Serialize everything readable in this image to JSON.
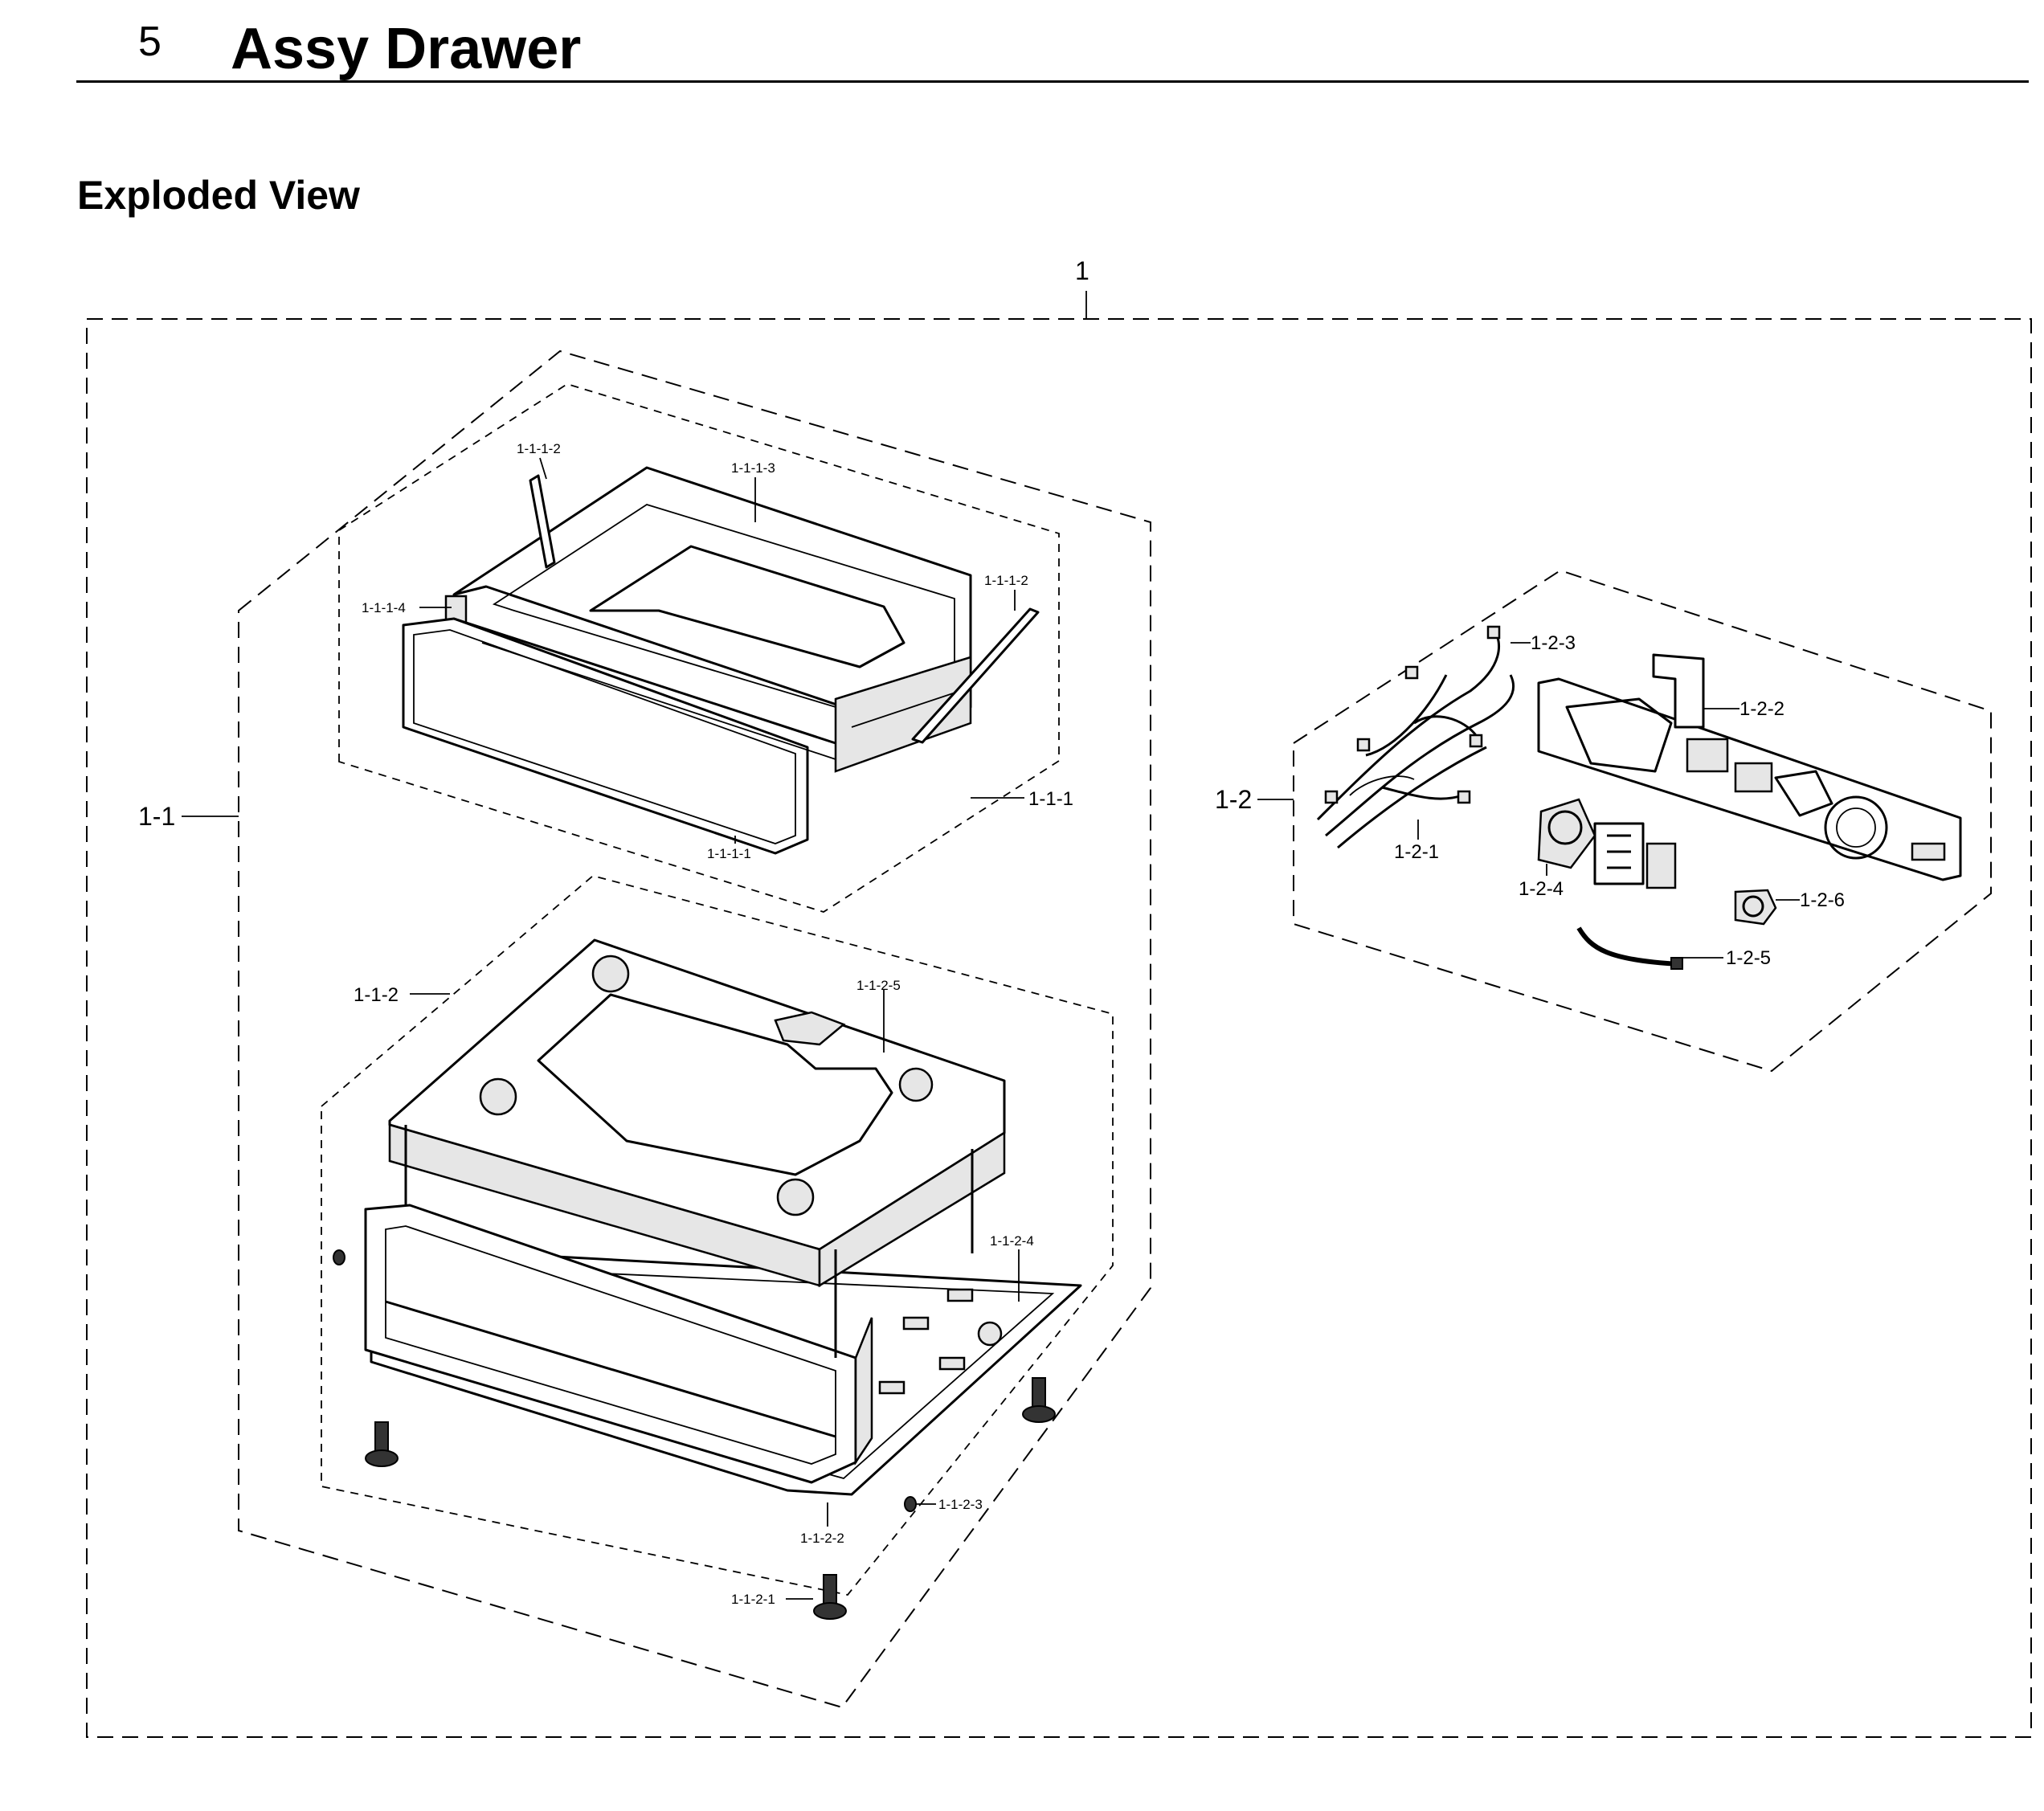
{
  "header": {
    "section_number": "5",
    "title": "Assy Drawer"
  },
  "subheader": {
    "title": "Exploded View"
  },
  "diagram": {
    "root_label": "1",
    "labels": {
      "1_1": "1-1",
      "1_1_1": "1-1-1",
      "1_1_1_1": "1-1-1-1",
      "1_1_1_2_left": "1-1-1-2",
      "1_1_1_2_right": "1-1-1-2",
      "1_1_1_3": "1-1-1-3",
      "1_1_1_4": "1-1-1-4",
      "1_1_2": "1-1-2",
      "1_1_2_1": "1-1-2-1",
      "1_1_2_2": "1-1-2-2",
      "1_1_2_3": "1-1-2-3",
      "1_1_2_4": "1-1-2-4",
      "1_1_2_5": "1-1-2-5",
      "1_2": "1-2",
      "1_2_1": "1-2-1",
      "1_2_2": "1-2-2",
      "1_2_3": "1-2-3",
      "1_2_4": "1-2-4",
      "1_2_5": "1-2-5",
      "1_2_6": "1-2-6"
    }
  }
}
